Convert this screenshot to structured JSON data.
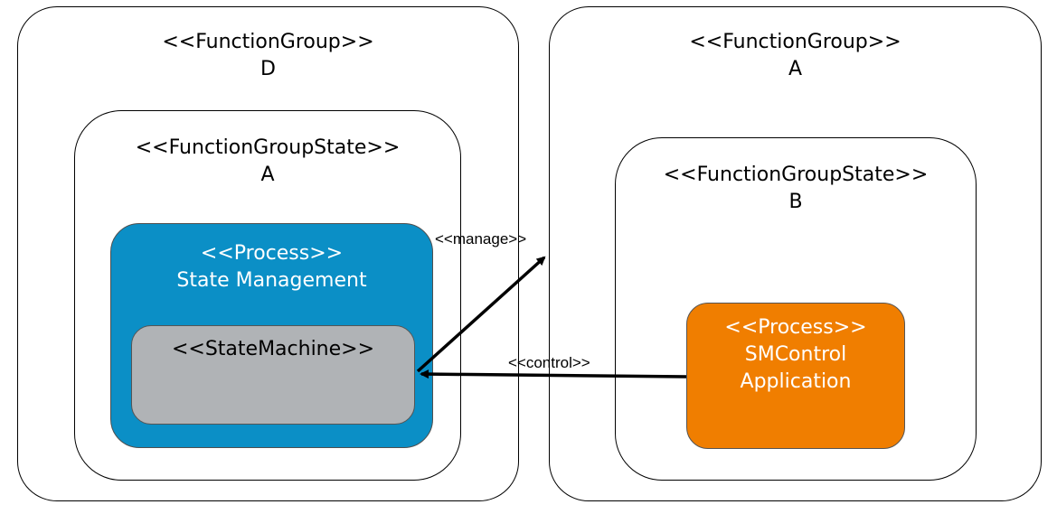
{
  "groups": {
    "left": {
      "stereotype": "<<FunctionGroup>>",
      "name": "D",
      "state": {
        "stereotype": "<<FunctionGroupState>>",
        "name": "A",
        "process": {
          "stereotype": "<<Process>>",
          "name": "State Management",
          "state_machine": "<<StateMachine>>"
        }
      }
    },
    "right": {
      "stereotype": "<<FunctionGroup>>",
      "name": "A",
      "state": {
        "stereotype": "<<FunctionGroupState>>",
        "name": "B",
        "process": {
          "stereotype": "<<Process>>",
          "line1": "SMControl",
          "line2": "Application"
        }
      }
    }
  },
  "edges": {
    "manage": "<<manage>>",
    "control": "<<control>>"
  },
  "colors": {
    "process_blue": "#0b8fc6",
    "state_machine_gray": "#b0b3b6",
    "process_orange": "#f07e00"
  }
}
